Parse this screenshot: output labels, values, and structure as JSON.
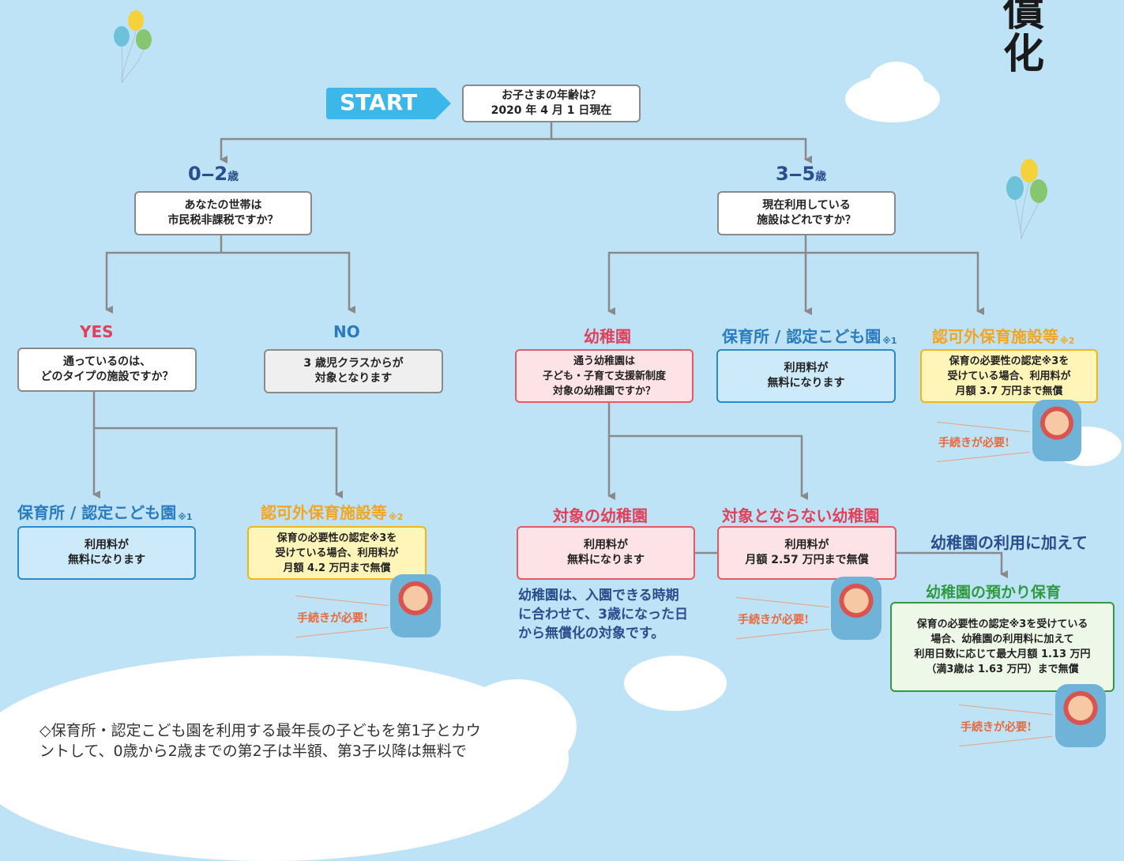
{
  "corner_title": [
    "償",
    "化"
  ],
  "start_label": "START",
  "q_age": "お子さまの年齢は？\n2020 年 4 月 1 日現在",
  "age_0_2": {
    "num": "0‒2",
    "unit": "歳"
  },
  "age_3_5": {
    "num": "3‒5",
    "unit": "歳"
  },
  "q_tax": "あなたの世帯は\n市民税非課税ですか？",
  "q_facility": "現在利用している\n施設はどれですか？",
  "yes_label": "YES",
  "no_label": "NO",
  "q_type": "通っているのは、\nどのタイプの施設ですか？",
  "no_result": "3 歳児クラスからが\n対象となります",
  "hoikusho_label": "保育所 / 認定こども園",
  "note1": "※1",
  "ninkagai_label": "認可外保育施設等",
  "note2": "※2",
  "free_text": "利用料が\n無料になります",
  "ninkagai_young": "保育の必要性の認定※3を\n受けている場合、利用料が\n月額 4.2 万円まで無償",
  "ninkagai_old": "保育の必要性の認定※3を\n受けている場合、利用料が\n月額 3.7 万円まで無償",
  "kindergarten_label": "幼稚園",
  "q_kindergarten": "通う幼稚園は\n子ども・子育て支援新制度\n対象の幼稚園ですか？",
  "covered_label": "対象の幼稚園",
  "not_covered_label": "対象とならない幼稚園",
  "not_covered_text": "利用料が\n月額 2.57 万円まで無償",
  "note_enroll": "幼稚園は、入園できる時期\nに合わせて、3歳になった日\nから無償化の対象です。",
  "addition_label": "幼稚園の利用に加えて",
  "azukari_label": "幼稚園の預かり保育",
  "azukari_text": "保育の必要性の認定※3を受けている\n場合、幼稚園の利用料に加えて\n利用日数に応じて最大月額 1.13 万円\n（満3歳は 1.63 万円）まで無償",
  "procedure_note": "手続きが必要!",
  "footer_text": "◇保育所・認定こども園を利用する最年長の子どもを第1子とカウ\nントして、0歳から2歳までの第2子は半額、第3子以降は無料で",
  "colors": {
    "background": "#bfe3f6",
    "start": "#3bb7ea",
    "line": "#8a8a8a"
  }
}
